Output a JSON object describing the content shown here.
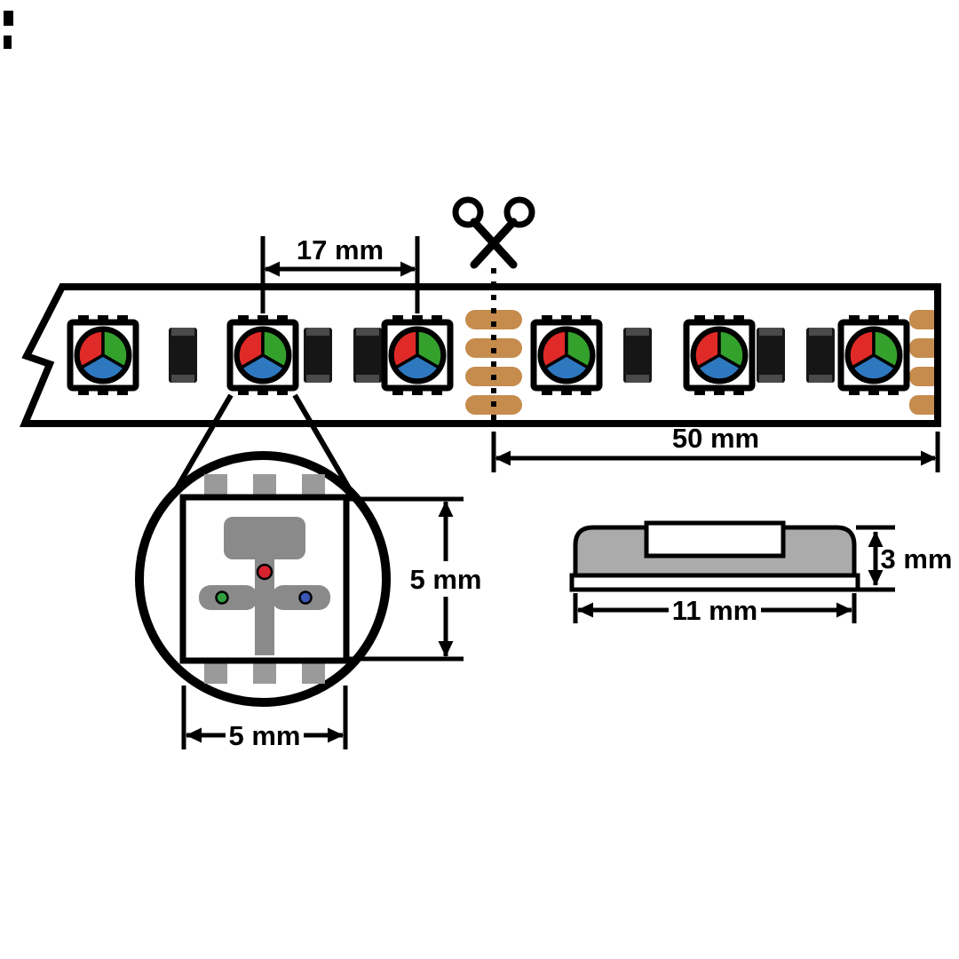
{
  "dimensions": {
    "led_pitch": "17 mm",
    "cut_segment_length": "50 mm",
    "package_height": "5 mm",
    "package_width": "5 mm",
    "profile_thickness": "3 mm",
    "profile_width": "11 mm"
  },
  "icons": {
    "cut_marker": "scissors-icon"
  },
  "colors": {
    "background": "#ffffff",
    "outline": "#000000",
    "red": "#e02a28",
    "green": "#35a12d",
    "blue": "#2e78c0",
    "copper": "#c58c4e",
    "chip": "#161616",
    "chip_cap": "#4a4a4a",
    "pad_gray": "#9a9a9a",
    "frame_gray": "#8a8a8a",
    "body_gray": "#ababab",
    "dot_red": "#d6232e",
    "dot_green": "#2f9e3f",
    "dot_blue": "#3a57b5"
  }
}
